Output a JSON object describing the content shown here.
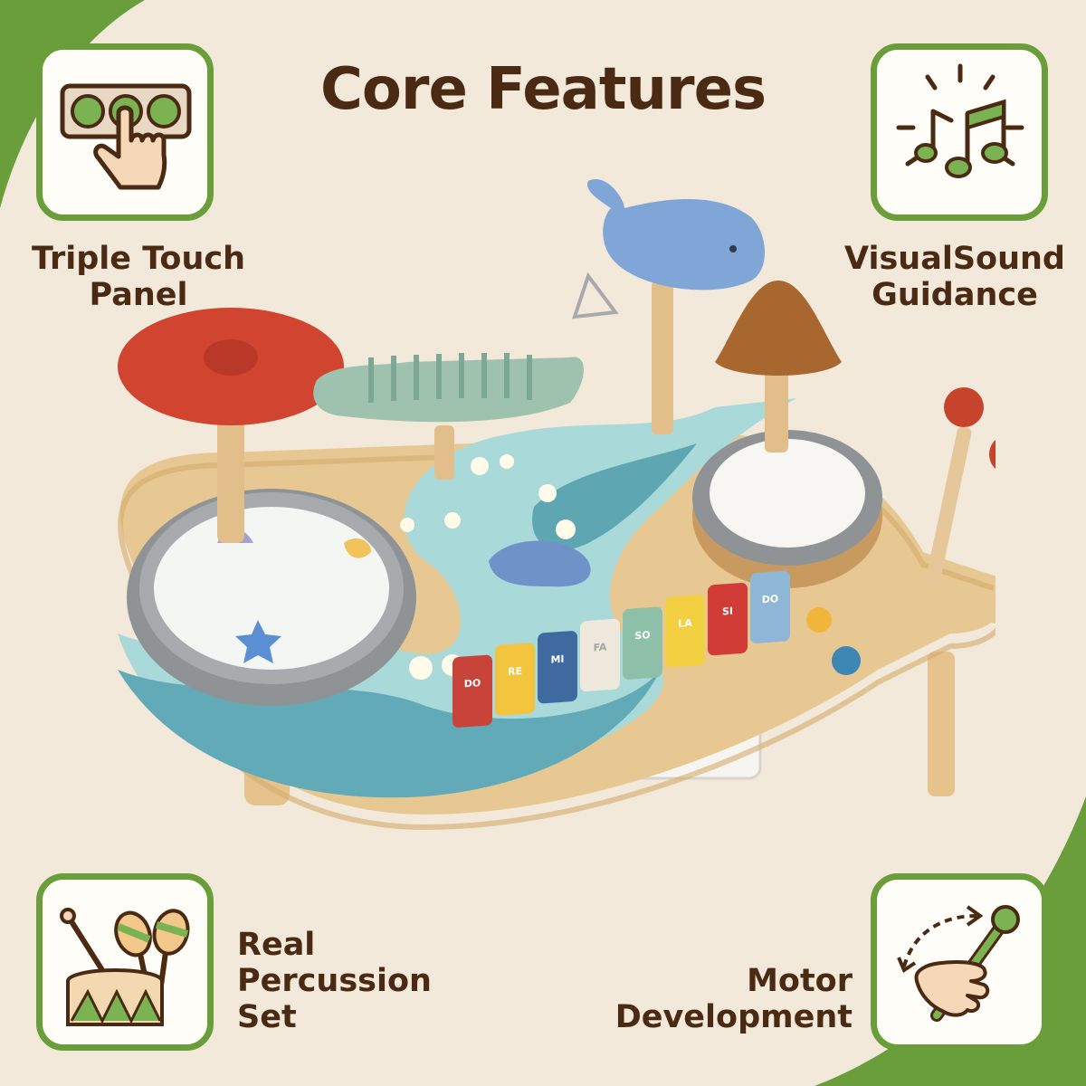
{
  "title": "Core Features",
  "features": [
    {
      "icon": "touch-panel-icon",
      "lines": [
        "Triple Touch",
        "Panel"
      ]
    },
    {
      "icon": "music-notes-icon",
      "lines": [
        "VisualSound",
        "Guidance"
      ]
    },
    {
      "icon": "drum-maracas-icon",
      "lines": [
        "Real",
        "Percussion",
        "Set"
      ]
    },
    {
      "icon": "drumstick-hand-icon",
      "lines": [
        "Motor",
        "Development"
      ]
    }
  ],
  "piano_keys": [
    "DO",
    "RE",
    "MI",
    "FA",
    "SO",
    "LA",
    "SI",
    "DO"
  ],
  "colors": {
    "background": "#f3e9da",
    "accent_green": "#6a9e3a",
    "text_brown": "#4a2a12"
  }
}
